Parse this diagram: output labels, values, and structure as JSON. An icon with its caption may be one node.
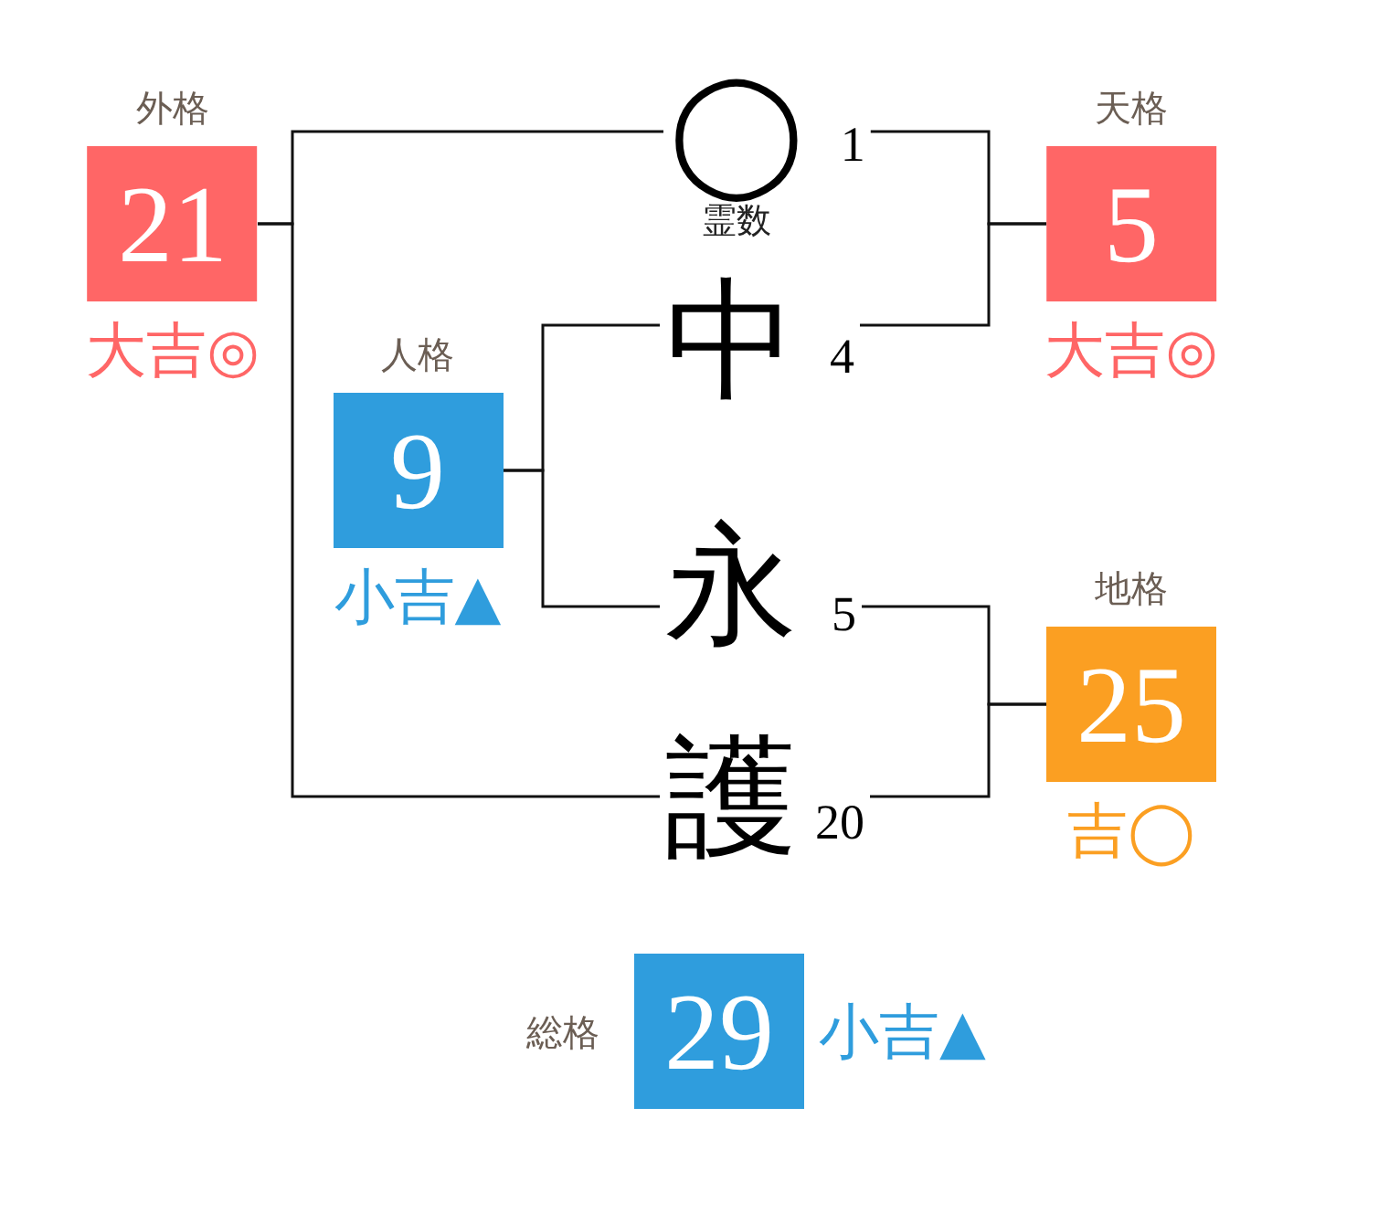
{
  "diagram": {
    "nodes": [
      {
        "text": [
          "外格",
          "21"
        ],
        "beside": [
          "大吉◎"
        ]
      },
      {
        "text": [
          "◯",
          "霊数"
        ],
        "beside": [
          "1"
        ]
      },
      {
        "text": [
          "天格",
          "5"
        ],
        "beside": [
          "大吉◎"
        ]
      },
      {
        "text": [
          "中"
        ],
        "beside": [
          "4"
        ]
      },
      {
        "text": [
          "人格",
          "9"
        ],
        "beside": [
          "小吉▲"
        ]
      },
      {
        "text": [
          "永"
        ],
        "beside": [
          "5"
        ]
      },
      {
        "text": [
          "地格",
          "25"
        ],
        "beside": [
          "吉◯"
        ]
      },
      {
        "text": [
          "護"
        ],
        "beside": [
          "20"
        ]
      },
      {
        "text": [
          "総格",
          "29"
        ],
        "beside": [
          "小吉▲"
        ]
      }
    ],
    "edges": [
      {
        "from": 0,
        "to": 1,
        "arrow": "none"
      },
      {
        "from": 0,
        "to": 7,
        "arrow": "none"
      },
      {
        "from": 2,
        "to": 1,
        "arrow": "none"
      },
      {
        "from": 2,
        "to": 3,
        "arrow": "none"
      },
      {
        "from": 4,
        "to": 3,
        "arrow": "none"
      },
      {
        "from": 4,
        "to": 5,
        "arrow": "none"
      },
      {
        "from": 6,
        "to": 5,
        "arrow": "none"
      },
      {
        "from": 6,
        "to": 7,
        "arrow": "none"
      }
    ]
  }
}
